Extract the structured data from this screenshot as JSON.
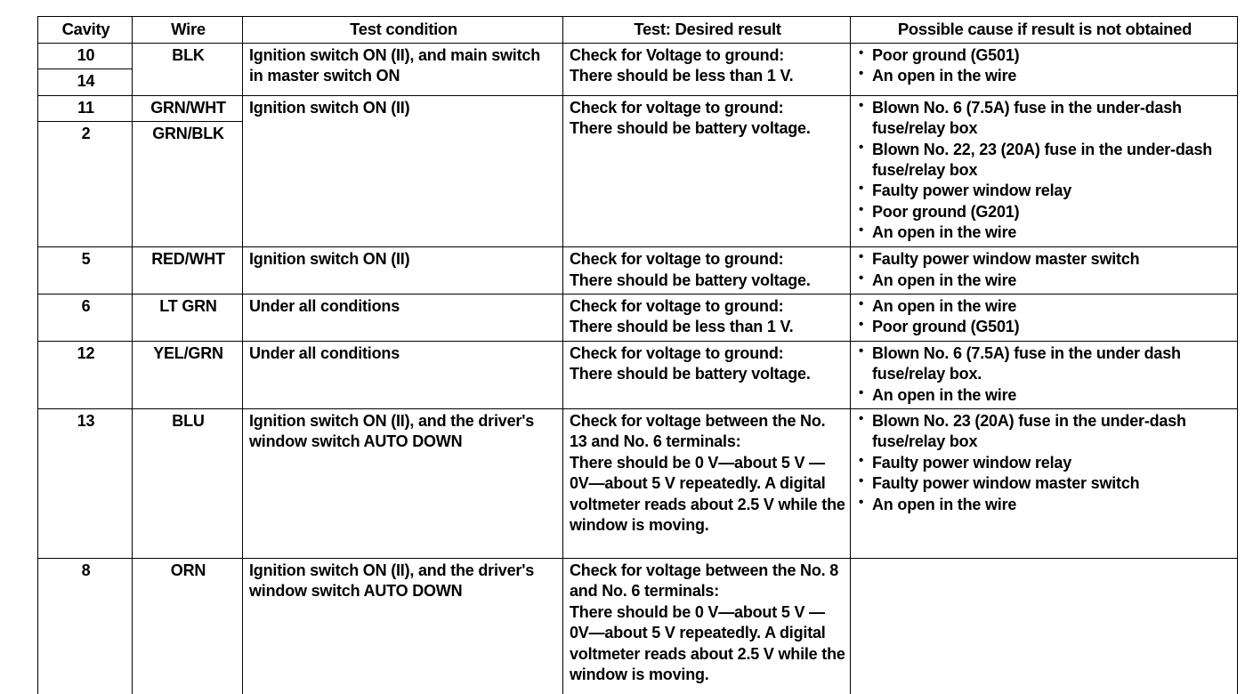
{
  "table": {
    "headers": [
      "Cavity",
      "Wire",
      "Test condition",
      "Test: Desired result",
      "Possible cause if result is not obtained"
    ],
    "rows": [
      {
        "cavity": "10",
        "wire": "BLK",
        "condition": "Ignition switch ON (II), and main switch in master switch ON",
        "result": "Check for Voltage to ground:\nThere should be less than 1 V.",
        "causes": [
          "Poor ground (G501)",
          "An open in the wire"
        ]
      },
      {
        "cavity": "14",
        "wire": "",
        "condition": "",
        "result": "",
        "causes": []
      },
      {
        "cavity": "11",
        "wire": "GRN/WHT",
        "condition": "Ignition switch ON (II)",
        "result": "Check for voltage to ground:\nThere should be battery voltage.",
        "causes": [
          "Blown No. 6 (7.5A) fuse in the under-dash fuse/relay box",
          "Blown No. 22, 23 (20A) fuse in the under-dash fuse/relay box",
          "Faulty power window relay",
          "Poor ground (G201)",
          "An open in the wire"
        ]
      },
      {
        "cavity": "2",
        "wire": "GRN/BLK",
        "condition": "",
        "result": "",
        "causes": []
      },
      {
        "cavity": "5",
        "wire": "RED/WHT",
        "condition": "Ignition switch ON (II)",
        "result": "Check for voltage to ground:\nThere should be battery voltage.",
        "causes": [
          "Faulty power window master switch",
          "An open in the wire"
        ]
      },
      {
        "cavity": "6",
        "wire": "LT GRN",
        "condition": "Under all conditions",
        "result": "Check for voltage to ground:\nThere should be less than 1 V.",
        "causes": [
          "An open in the wire",
          "Poor ground (G501)"
        ]
      },
      {
        "cavity": "12",
        "wire": "YEL/GRN",
        "condition": "Under all conditions",
        "result": "Check for voltage to ground:\nThere should be battery voltage.",
        "causes": [
          "Blown No. 6 (7.5A) fuse in the under dash fuse/relay box.",
          "An open in the wire"
        ]
      },
      {
        "cavity": "13",
        "wire": "BLU",
        "condition": "Ignition switch ON (II), and the driver's window switch AUTO DOWN",
        "result": "Check for voltage between the No. 13 and No. 6 terminals:\nThere should be 0 V—about 5 V — 0V—about 5 V repeatedly. A digital voltmeter reads about 2.5 V while the window is moving.",
        "causes": [
          "Blown No. 23 (20A) fuse in the under-dash fuse/relay box",
          "Faulty power window relay",
          "Faulty power window master switch",
          "An open in the wire"
        ]
      },
      {
        "cavity": "8",
        "wire": "ORN",
        "condition": "Ignition switch ON (II), and the driver's window switch AUTO DOWN",
        "result": "Check for voltage between the No. 8 and No. 6 terminals:\nThere should be 0 V—about 5 V — 0V—about 5 V repeatedly. A digital voltmeter reads about 2.5 V while the window is moving.",
        "causes": []
      }
    ]
  }
}
